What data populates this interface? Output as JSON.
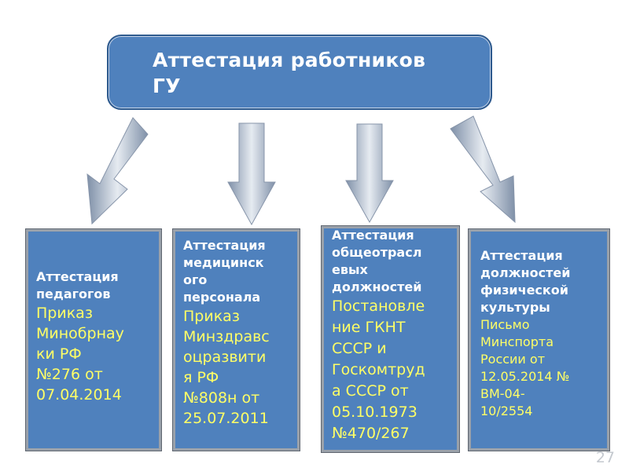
{
  "title": "Аттестация работников\nГУ",
  "cards": [
    {
      "heading": "Аттестация\nпедагогов",
      "body": "Приказ\nМинобрнау\nки РФ\n№276 от\n07.04.2014"
    },
    {
      "heading": "Аттестация\nмедицинск\nого\nперсонала",
      "body": "Приказ\nМинздравс\nоцразвити\nя РФ\n№808н от\n25.07.2011"
    },
    {
      "heading": "Аттестация\nобщеотрасл\nевых\nдолжностей",
      "body": "Постановле\nние ГКНТ\nСССР и\nГоскомтруд\nа СССР от\n05.10.1973\n№470/267"
    },
    {
      "heading": "Аттестация\nдолжностей\nфизической\nкультуры",
      "body": "Письмо\nМинспорта\nРоссии от\n12.05.2014 №\nВМ-04-\n10/2554"
    }
  ],
  "slide_number": "27",
  "colors": {
    "box_fill": "#4f81bd",
    "heading_text": "#ffffff",
    "body_text": "#ffff66",
    "arrow_light": "#e6ebf1",
    "arrow_dark": "#7f90a8"
  }
}
